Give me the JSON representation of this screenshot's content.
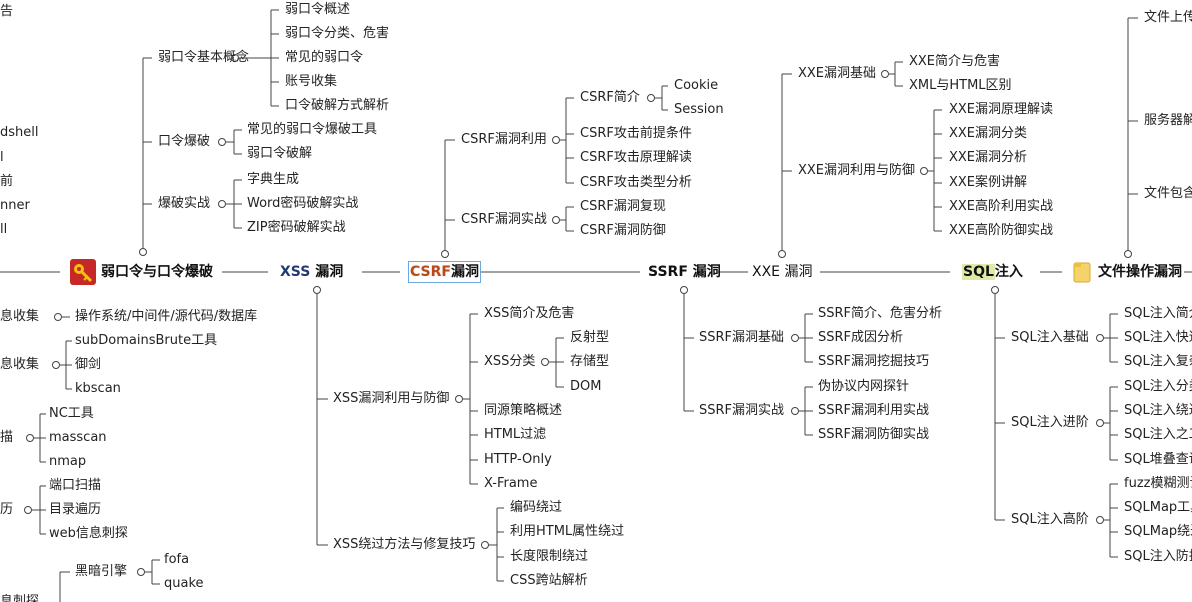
{
  "topics": {
    "weak": {
      "label": "弱口令与口令爆破",
      "icon": "key-icon"
    },
    "xss": {
      "label": "漏洞",
      "prefix": "XSS"
    },
    "csrf": {
      "label": "漏洞",
      "prefix": "CSRF"
    },
    "ssrf": {
      "label": "SSRF 漏洞"
    },
    "xxe": {
      "label": "XXE 漏洞"
    },
    "sql": {
      "label": "注入",
      "prefix": "SQL"
    },
    "file": {
      "label": "文件操作漏洞",
      "icon": "folder-icon"
    }
  },
  "weak": {
    "concept": {
      "label": "弱口令基本概念",
      "items": [
        "弱口令概述",
        "弱口令分类、危害",
        "常见的弱口令",
        "账号收集",
        "口令破解方式解析"
      ]
    },
    "crack": {
      "label": "口令爆破",
      "items": [
        "常见的弱口令爆破工具",
        "弱口令破解"
      ]
    },
    "practice": {
      "label": "爆破实战",
      "items": [
        "字典生成",
        "Word密码破解实战",
        "ZIP密码破解实战"
      ]
    }
  },
  "csrf": {
    "use": {
      "label": "CSRF漏洞利用",
      "intro": "CSRF简介",
      "intro_items": [
        "Cookie",
        "Session"
      ],
      "items": [
        "CSRF攻击前提条件",
        "CSRF攻击原理解读",
        "CSRF攻击类型分析"
      ]
    },
    "practice": {
      "label": "CSRF漏洞实战",
      "items": [
        "CSRF漏洞复现",
        "CSRF漏洞防御"
      ]
    }
  },
  "xxe": {
    "basic": {
      "label": "XXE漏洞基础",
      "items": [
        "XXE简介与危害",
        "XML与HTML区别"
      ]
    },
    "use": {
      "label": "XXE漏洞利用与防御",
      "items": [
        "XXE漏洞原理解读",
        "XXE漏洞分类",
        "XXE漏洞分析",
        "XXE案例讲解",
        "XXE高阶利用实战",
        "XXE高阶防御实战"
      ]
    }
  },
  "file_right": {
    "items": [
      "文件上传",
      "服务器解",
      "文件包含"
    ]
  },
  "left_top": {
    "items": [
      "告",
      "dshell",
      "l",
      "前",
      "nner",
      "ll"
    ]
  },
  "left_bottom": {
    "info1": {
      "label": "息收集",
      "items": [
        "操作系统/中间件/源代码/数据库"
      ]
    },
    "info2": {
      "label": "息收集",
      "items": [
        "subDomainsBrute工具",
        "御剑",
        "kbscan"
      ]
    },
    "scan": {
      "label": "描",
      "items": [
        "NC工具",
        "masscan",
        "nmap"
      ]
    },
    "walk": {
      "label": "历",
      "items": [
        "端口扫描",
        "目录遍历",
        "web信息刺探"
      ]
    },
    "engine": {
      "label": "黑暗引擎",
      "items": [
        "fofa",
        "quake"
      ]
    },
    "last": {
      "label": "息刺探"
    }
  },
  "xss": {
    "use": {
      "label": "XSS漏洞利用与防御",
      "intro": "XSS简介及危害",
      "cls": "XSS分类",
      "cls_items": [
        "反射型",
        "存储型",
        "DOM"
      ],
      "items": [
        "同源策略概述",
        "HTML过滤",
        "HTTP-Only",
        "X-Frame"
      ]
    },
    "bypass": {
      "label": "XSS绕过方法与修复技巧",
      "items": [
        "编码绕过",
        "利用HTML属性绕过",
        "长度限制绕过",
        "CSS跨站解析"
      ]
    }
  },
  "ssrf": {
    "basic": {
      "label": "SSRF漏洞基础",
      "items": [
        "SSRF简介、危害分析",
        "SSRF成因分析",
        "SSRF漏洞挖掘技巧"
      ]
    },
    "practice": {
      "label": "SSRF漏洞实战",
      "items": [
        "伪协议内网探针",
        "SSRF漏洞利用实战",
        "SSRF漏洞防御实战"
      ]
    }
  },
  "sql": {
    "basic": {
      "label": "SQL注入基础",
      "items": [
        "SQL注入简介",
        "SQL注入快速",
        "SQL注入复杂"
      ]
    },
    "adv": {
      "label": "SQL注入进阶",
      "items": [
        "SQL注入分类",
        "SQL注入绕过",
        "SQL注入之工",
        "SQL堆叠查询"
      ]
    },
    "high": {
      "label": "SQL注入高阶",
      "items": [
        "fuzz模糊测试",
        "SQLMap工具",
        "SQLMap绕过",
        "SQL注入防护"
      ]
    }
  }
}
